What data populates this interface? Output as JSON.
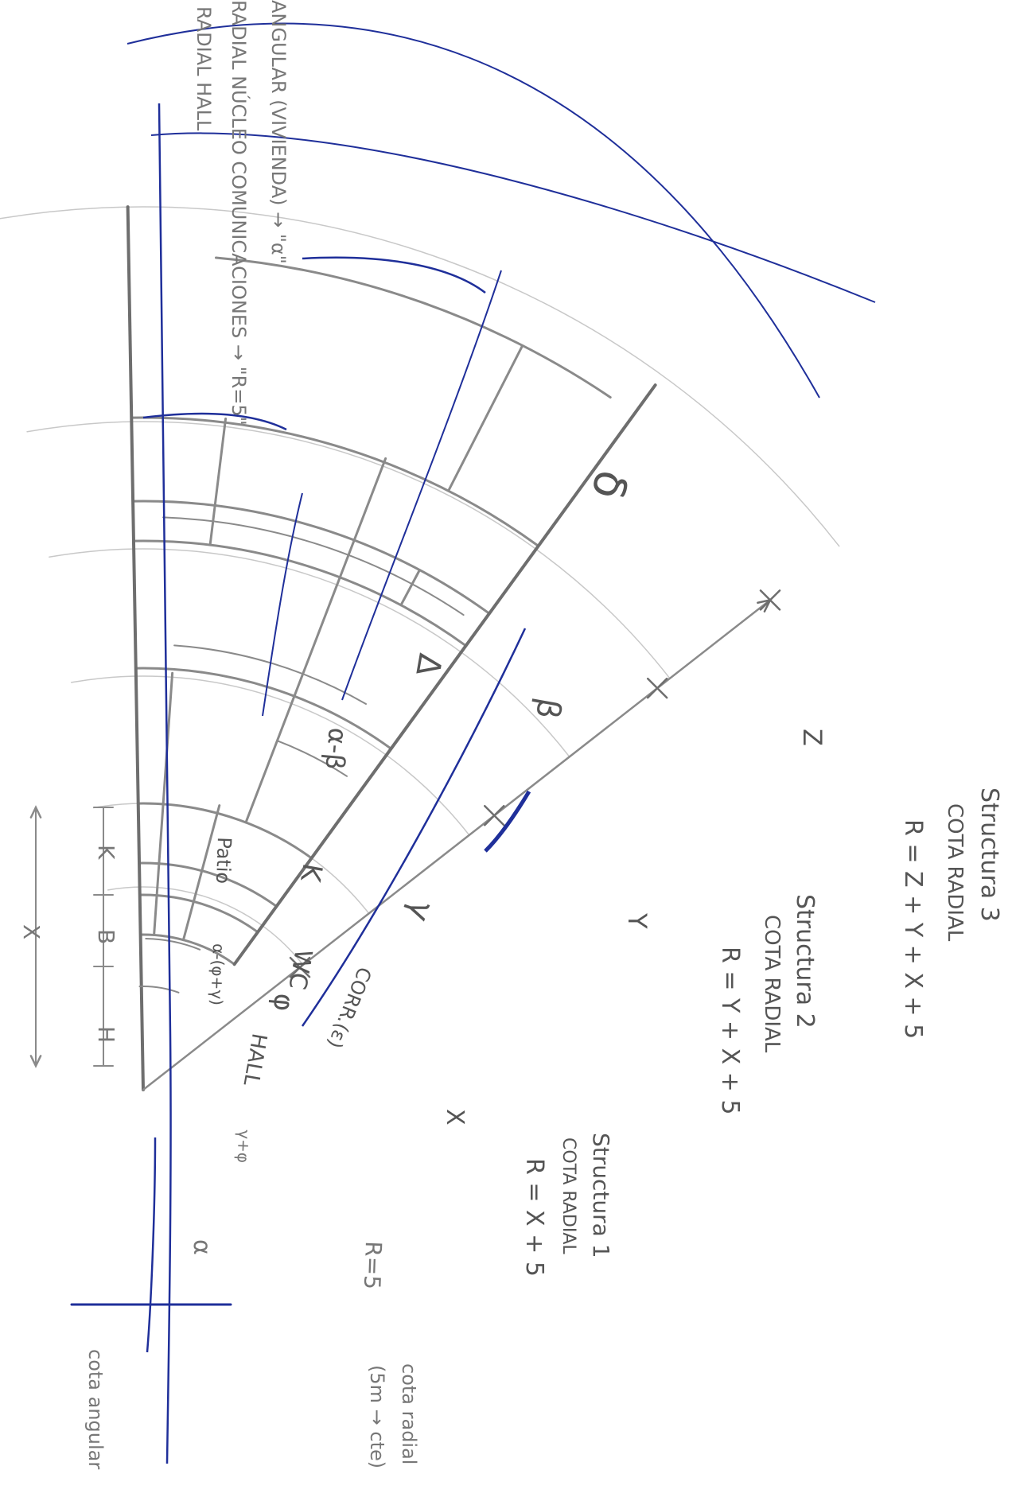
{
  "colors": {
    "pencil": "#8a8a8a",
    "pencil_dark": "#6e6e6e",
    "pencil_light": "#c8c8c8",
    "ink": "#1f2f9a",
    "text": "#6a6a6a"
  },
  "legend": {
    "line1": "ANGULAR (VIVIENDA) → \"α\"",
    "line2": "RADIAL NÚCLEO COMUNICACIONES → \"R=5\"",
    "line3": "RADIAL HALL"
  },
  "dims": {
    "delta_small": "δ",
    "delta_big": "Δ",
    "beta": "β",
    "alpha_minus_beta": "α-β",
    "k": "K",
    "patio": "Patio",
    "gamma": "γ",
    "alpha_minus_phi_gamma": "α-(φ+γ)",
    "wc": "WC",
    "phi": "φ",
    "corr": "CORR.(ε)",
    "hall": "HALL",
    "gamma_plus_phi": "γ+φ",
    "alpha": "α",
    "radial_r5": "R=5"
  },
  "left_scale": {
    "k": "K",
    "b": "B",
    "h": "H",
    "x": "X"
  },
  "axis_labels": {
    "z": "Z",
    "y": "Y",
    "x": "X"
  },
  "structures": [
    {
      "title": "Structura 3",
      "cota": "COTA RADIAL",
      "formula": "R = Z + Y + X + 5"
    },
    {
      "title": "Structura 2",
      "cota": "COTA RADIAL",
      "formula": "R = Y + X + 5"
    },
    {
      "title": "Structura 1",
      "cota": "COTA RADIAL",
      "formula": "R = X + 5"
    }
  ],
  "cota_angular": "cota angular",
  "cota_radial": {
    "line1": "cota radial",
    "line2": "(5m → cte)"
  }
}
